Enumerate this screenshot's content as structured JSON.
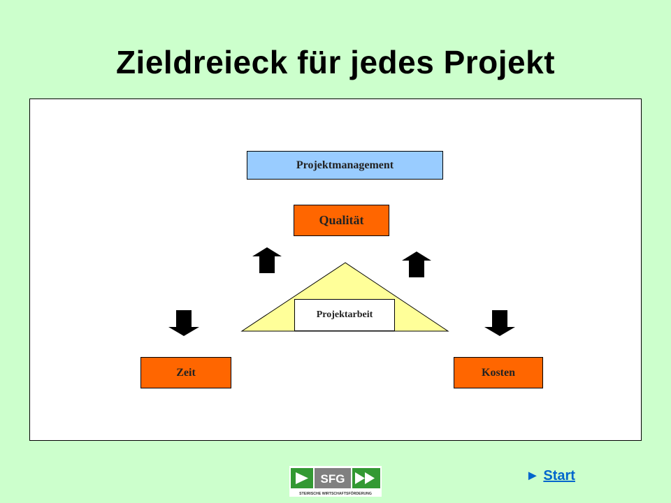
{
  "title": "Zieldreieck für jedes Projekt",
  "diagram": {
    "projektmanagement": "Projektmanagement",
    "qualitaet": "Qualität",
    "zeit": "Zeit",
    "kosten": "Kosten",
    "projektarbeit": "Projektarbeit"
  },
  "logo": {
    "text": "SFG",
    "caption": "STEIRISCHE WIRTSCHAFTSFÖRDERUNG"
  },
  "nav": {
    "start_icon": "►",
    "start_label": "Start"
  },
  "colors": {
    "background": "#ccffcc",
    "orange": "#ff6600",
    "blue": "#99ccff",
    "triangle": "#ffff99",
    "logo_green": "#339933",
    "logo_gray": "#808080",
    "link": "#0066cc"
  }
}
